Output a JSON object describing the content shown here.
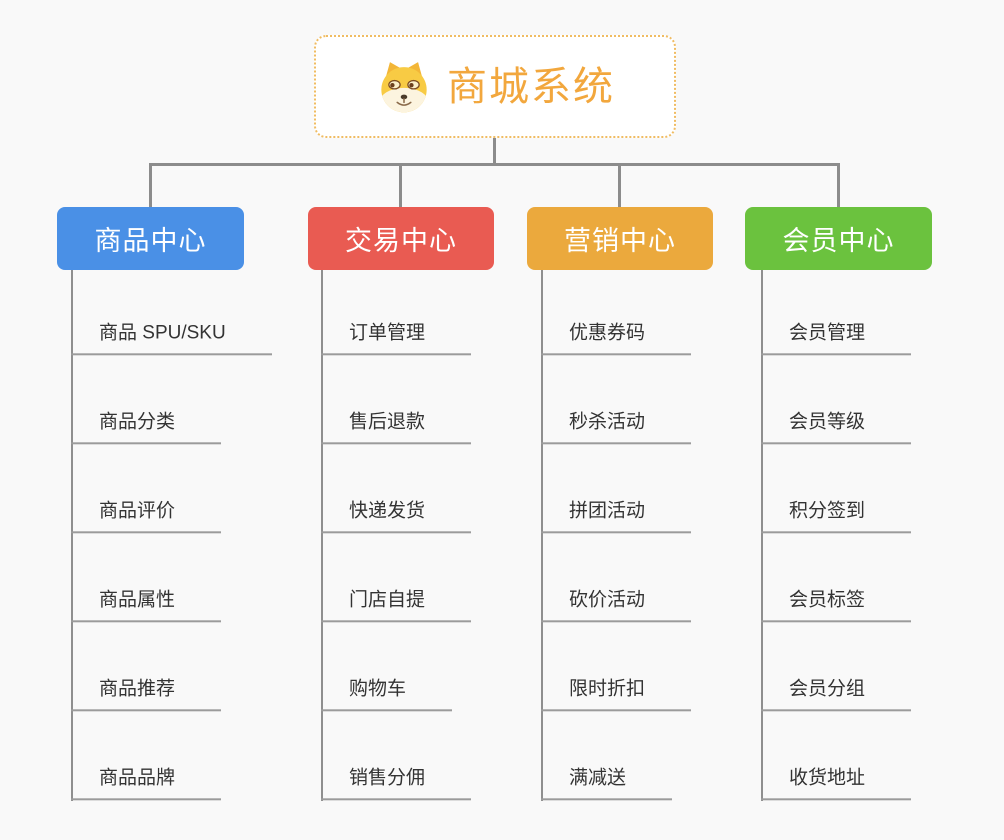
{
  "root": {
    "title": "商城系统",
    "icon": "dog-icon",
    "text_color": "#F2A73D",
    "border_color": "#F0BC62"
  },
  "colors": {
    "background": "#F9F9F9",
    "connector": "#8C8C8C",
    "child_underline": "#9B9B9B",
    "child_text": "#333333"
  },
  "branches": [
    {
      "label": "商品中心",
      "color": "#4A90E6",
      "items": [
        "商品 SPU/SKU",
        "商品分类",
        "商品评价",
        "商品属性",
        "商品推荐",
        "商品品牌"
      ]
    },
    {
      "label": "交易中心",
      "color": "#E95B52",
      "items": [
        "订单管理",
        "售后退款",
        "快递发货",
        "门店自提",
        "购物车",
        "销售分佣"
      ]
    },
    {
      "label": "营销中心",
      "color": "#EBA93D",
      "items": [
        "优惠券码",
        "秒杀活动",
        "拼团活动",
        "砍价活动",
        "限时折扣",
        "满减送"
      ]
    },
    {
      "label": "会员中心",
      "color": "#6BC23E",
      "items": [
        "会员管理",
        "会员等级",
        "积分签到",
        "会员标签",
        "会员分组",
        "收货地址"
      ]
    }
  ]
}
